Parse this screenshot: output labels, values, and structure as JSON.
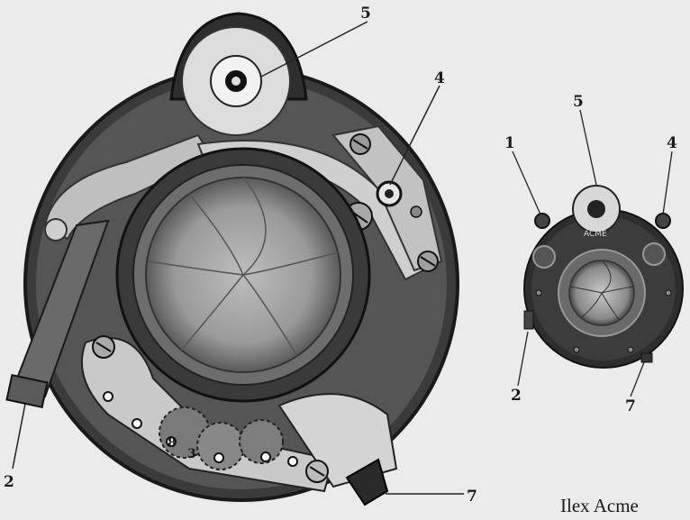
{
  "labels": {
    "large": {
      "l5": "5",
      "l4": "4",
      "l2": "2",
      "l7": "7",
      "l3": "3",
      "l8": "8"
    },
    "small": {
      "l1": "1",
      "l5": "5",
      "l4": "4",
      "l2": "2",
      "l7": "7"
    }
  },
  "dial_text": "ACME",
  "caption": "Ilex Acme"
}
